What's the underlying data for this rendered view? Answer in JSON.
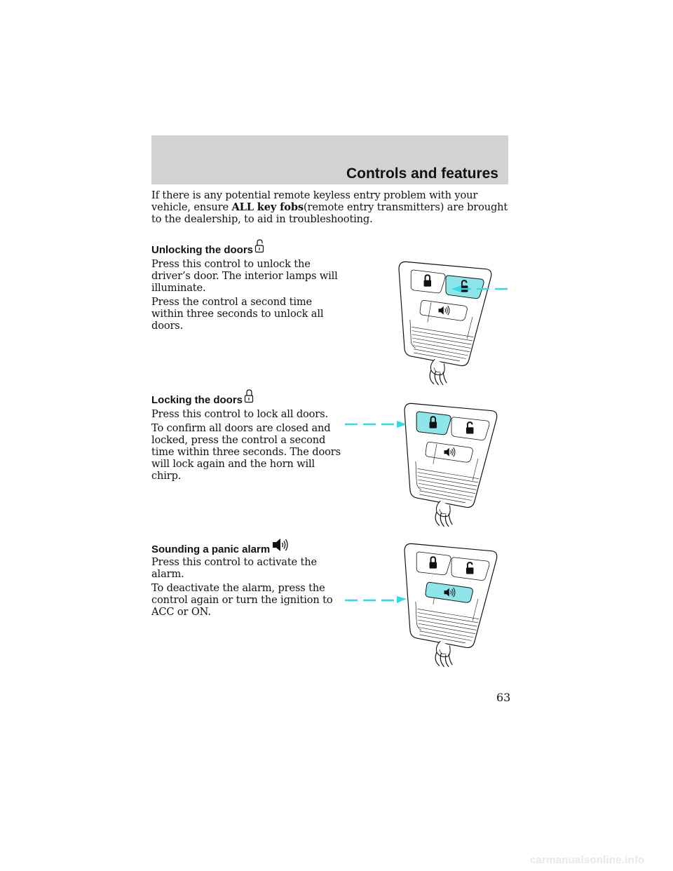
{
  "header": {
    "title": "Controls and features"
  },
  "intro": {
    "before": "If there is any potential remote keyless entry problem with your vehicle, ensure ",
    "bold": "ALL key fobs",
    "after": "(remote entry transmitters) are brought to the dealership, to aid in troubleshooting."
  },
  "sections": {
    "unlock": {
      "heading": "Unlocking the doors",
      "icon": "unlock-icon",
      "p1": "Press this control to unlock the driver’s door. The interior lamps will illuminate.",
      "p2": "Press the control a second time within three seconds to unlock all doors."
    },
    "lock": {
      "heading": "Locking the doors",
      "icon": "lock-icon",
      "p1": "Press this control to lock all doors.",
      "p2": "To confirm all doors are closed and locked, press the control a second time within three seconds. The doors will lock again and the horn will chirp."
    },
    "panic": {
      "heading": "Sounding a panic alarm",
      "icon": "panic-horn-icon",
      "p1": "Press this control to activate the alarm.",
      "p2": "To deactivate the alarm, press the control again or turn the ignition to ACC or ON."
    }
  },
  "page_number": "63",
  "footer": {
    "watermark": "carmanualsonline.info"
  },
  "colors": {
    "highlight": "#8fe6ea",
    "arrow": "#34d9e6",
    "header_bg": "#d2d2d2"
  }
}
